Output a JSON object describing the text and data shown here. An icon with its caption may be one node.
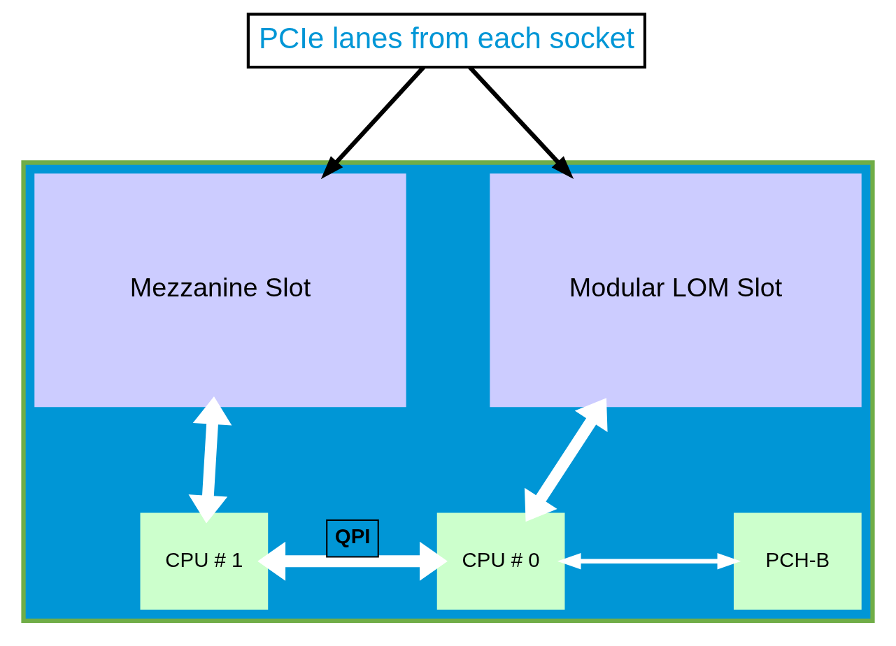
{
  "diagram": {
    "nodes": [
      {
        "text": [
          "PCIe lanes from each socket"
        ]
      },
      {
        "text": [],
        "shape": "box"
      },
      {
        "text": [
          "Mezzanine Slot"
        ],
        "in": 1
      },
      {
        "text": [
          "Modular LOM Slot"
        ],
        "in": 1
      },
      {
        "text": [
          "CPU # 1"
        ],
        "in": 1
      },
      {
        "text": [
          "CPU # 0"
        ],
        "in": 1
      },
      {
        "text": [
          "PCH-B"
        ],
        "in": 1
      }
    ],
    "edges": [
      {
        "from": 0,
        "to": 2,
        "arrow": "to",
        "color": "#000000"
      },
      {
        "from": 0,
        "to": 3,
        "arrow": "to",
        "color": "#000000"
      },
      {
        "from": 2,
        "to": 4,
        "arrow": "both",
        "style": "thick"
      },
      {
        "from": 3,
        "to": 5,
        "arrow": "both",
        "style": "thick"
      },
      {
        "from": 4,
        "to": 5,
        "arrow": "both",
        "style": "thick",
        "label": "QPI"
      },
      {
        "from": 5,
        "to": 6,
        "arrow": "both"
      }
    ]
  }
}
